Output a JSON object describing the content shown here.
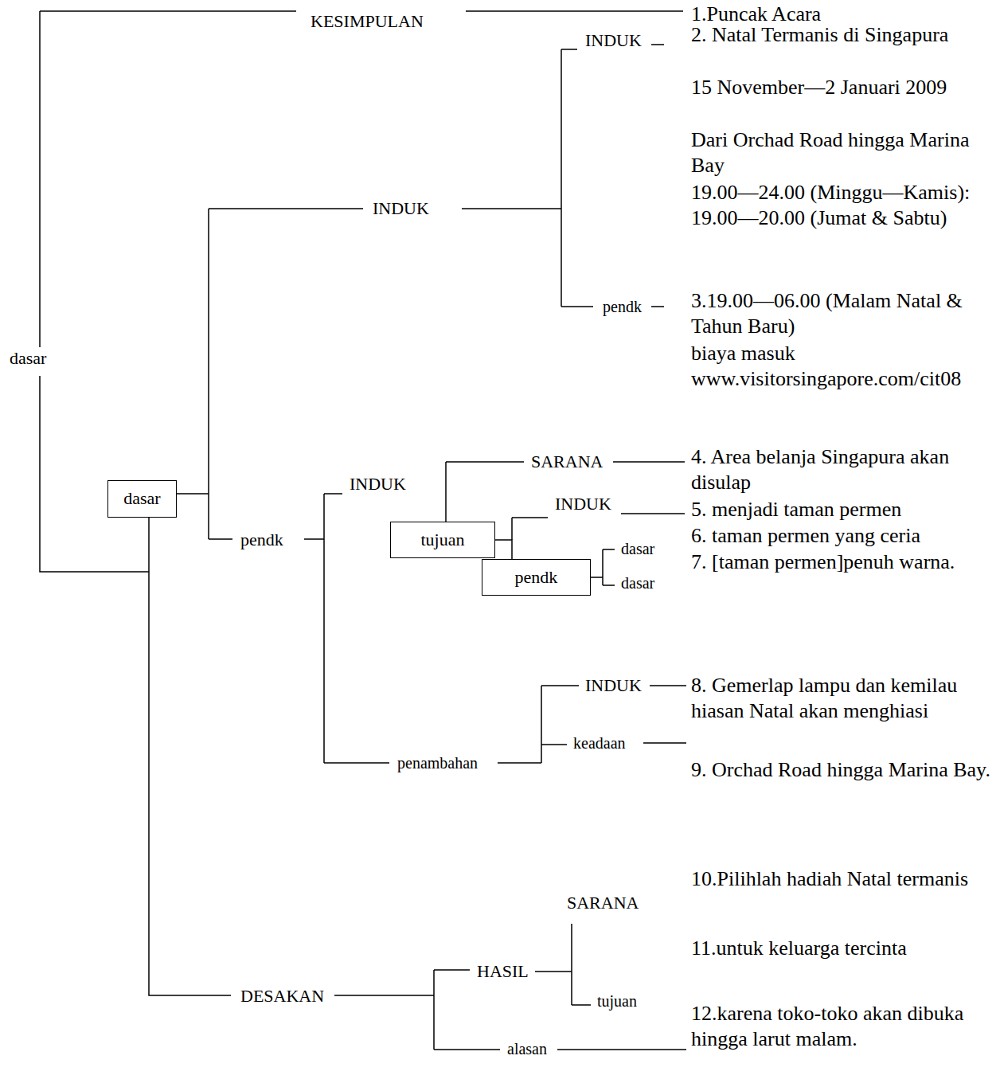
{
  "diagram": {
    "nodes": [
      {
        "text": [
          "dasar"
        ]
      },
      {
        "text": [
          "tujuan"
        ]
      },
      {
        "text": [
          "pendk"
        ]
      }
    ],
    "edges": [
      {
        "from": 1,
        "to": 2,
        "arrow": "none"
      }
    ],
    "labels": [
      "KESIMPULAN",
      "1.Puncak Acara",
      "INDUK",
      "2. Natal Termanis di Singapura",
      "15 November—2 Januari 2009",
      "Dari Orchad Road hingga Marina Bay",
      "19.00—24.00 (Minggu—Kamis): 19.00—20.00 (Jumat & Sabtu)",
      "INDUK",
      "dasar",
      "pendk",
      "3.19.00—06.00 (Malam Natal & Tahun Baru)",
      "biaya masuk",
      "www.visitorsingapore.com/cit08",
      "INDUK",
      "SARANA",
      "4. Area belanja Singapura akan disulap",
      "INDUK",
      "5. menjadi taman permen",
      "pendk",
      "dasar",
      "6. taman permen yang ceria",
      "dasar",
      "7. [taman permen]penuh warna.",
      "INDUK",
      "8. Gemerlap lampu dan kemilau hiasan Natal akan menghiasi",
      "penambahan",
      "keadaan",
      "9. Orchad Road hingga Marina Bay.",
      "SARANA",
      "10.Pilihlah hadiah Natal termanis",
      "HASIL",
      "tujuan",
      "11.untuk keluarga tercinta",
      "DESAKAN",
      "alasan",
      "12.karena toko-toko akan dibuka hingga larut malam."
    ]
  }
}
